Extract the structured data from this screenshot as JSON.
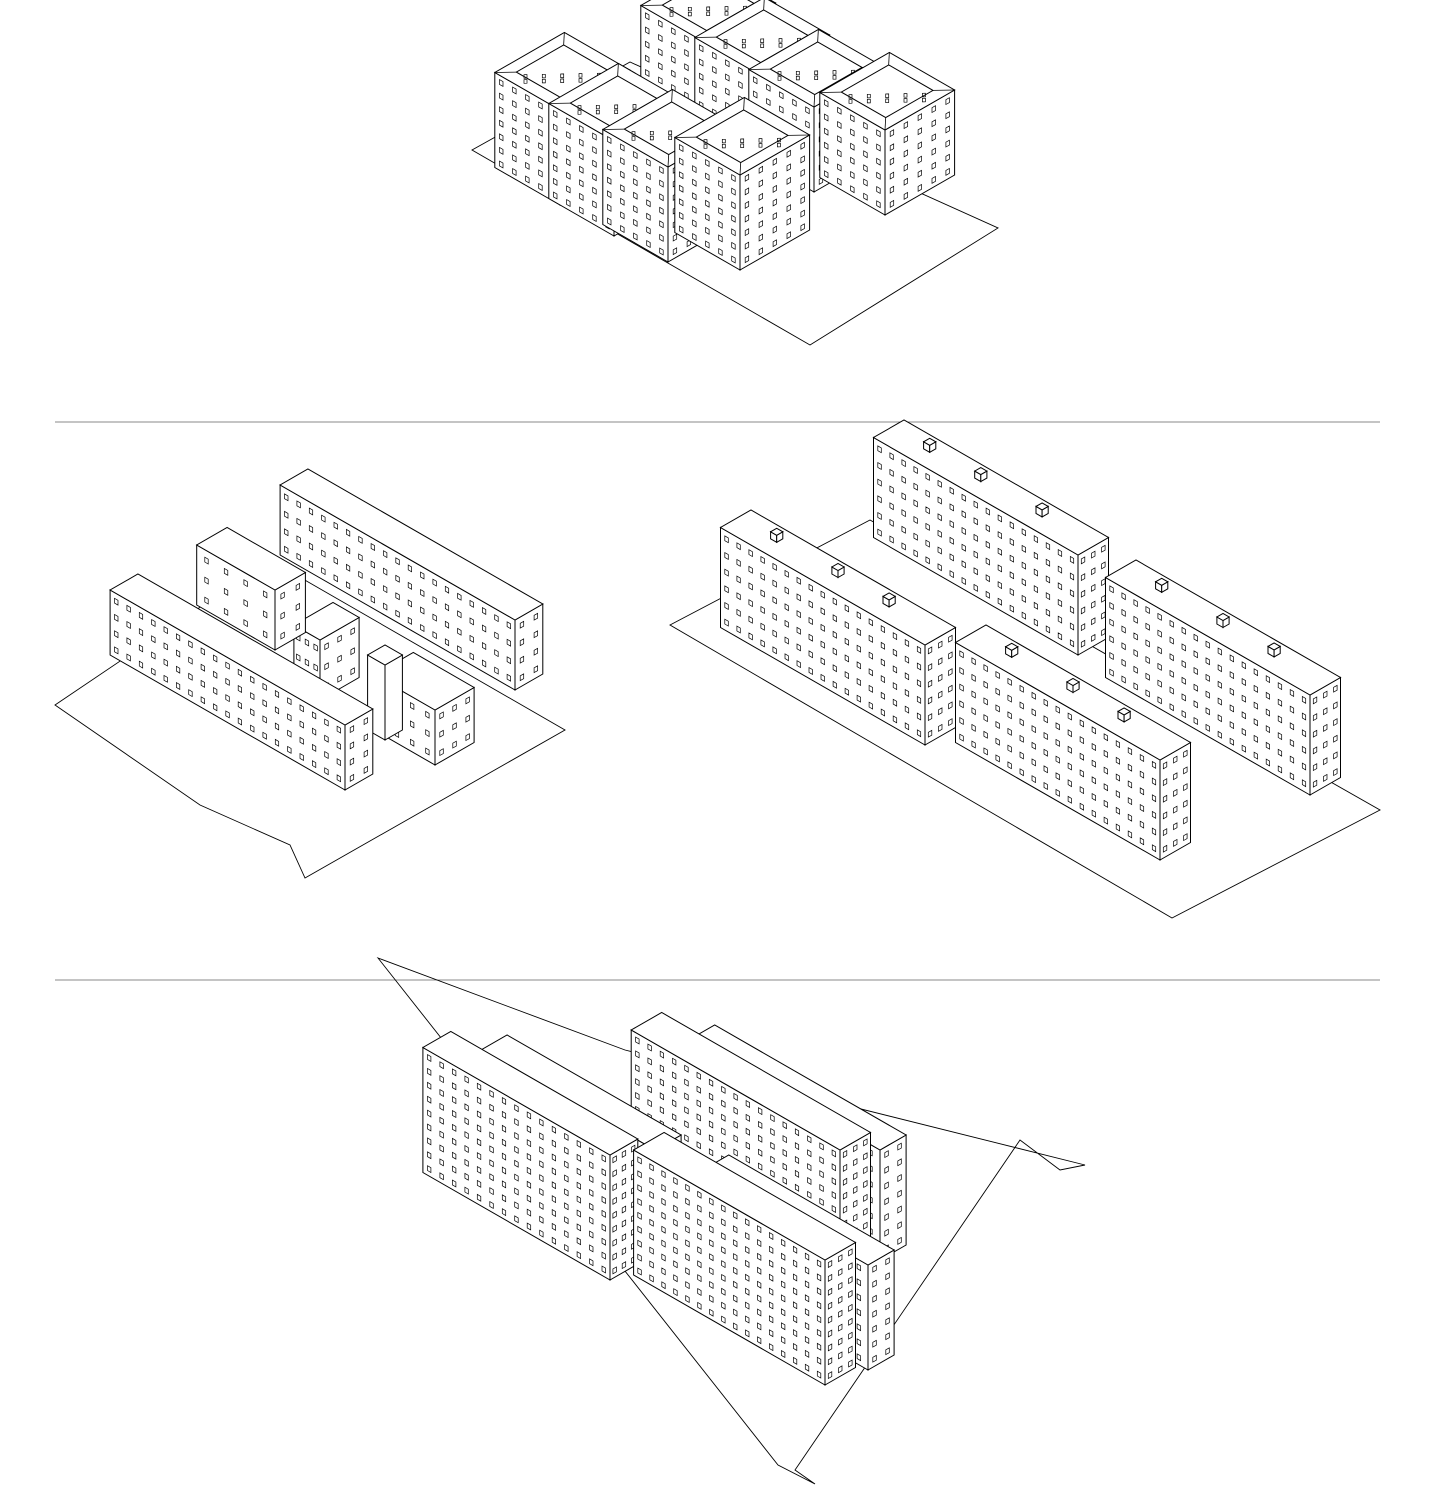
{
  "colors": {
    "line": "#000000",
    "divider": "#8a8a8a",
    "background": "#ffffff",
    "fill": "#ffffff"
  },
  "panels": [
    {
      "id": "courtyard-blocks",
      "row": 1
    },
    {
      "id": "mixed-bars",
      "row": 2
    },
    {
      "id": "parallel-slabs",
      "row": 2
    },
    {
      "id": "long-slabs",
      "row": 3
    }
  ]
}
